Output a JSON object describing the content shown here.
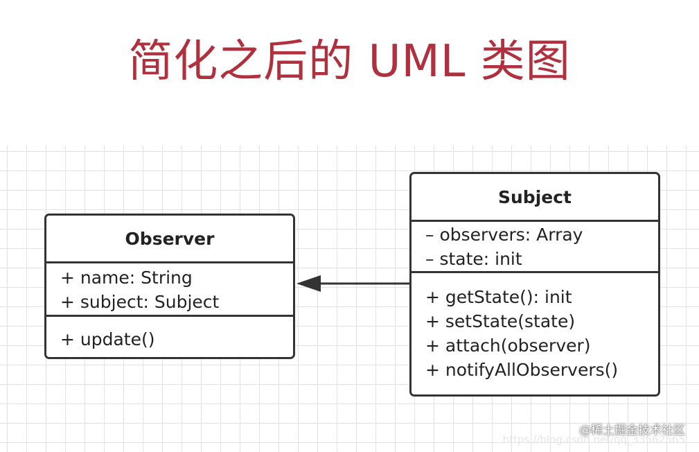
{
  "title": "简化之后的 UML 类图",
  "observer_class": {
    "name": "Observer",
    "attributes": [
      "+ name: String",
      "+ subject: Subject"
    ],
    "operations": [
      "+ update()"
    ]
  },
  "subject_class": {
    "name": "Subject",
    "attributes": [
      "– observers: Array",
      "– state: init"
    ],
    "operations": [
      "+ getState(): init",
      "+ setState(state)",
      "+ attach(observer)",
      "+ notifyAllObservers()"
    ]
  },
  "watermark": {
    "primary": "@稀土掘金技术社区",
    "secondary": "https://blog.csdn.net/qq_33562565"
  },
  "colors": {
    "title": "#b0303e",
    "border": "#333333",
    "grid": "#e2e2e2"
  }
}
